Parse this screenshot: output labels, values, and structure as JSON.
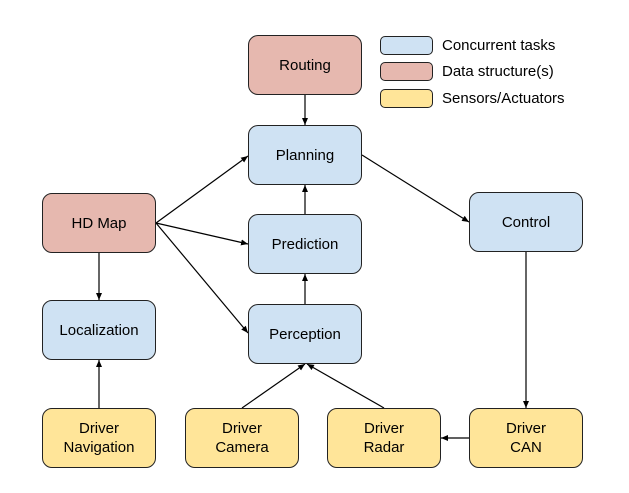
{
  "legend": [
    {
      "label": "Concurrent tasks",
      "category": "task",
      "color": "#cfe2f3"
    },
    {
      "label": "Data structure(s)",
      "category": "data",
      "color": "#e6b8af"
    },
    {
      "label": "Sensors/Actuators",
      "category": "sensor",
      "color": "#ffe599"
    }
  ],
  "nodes": {
    "routing": {
      "label": "Routing",
      "category": "data"
    },
    "planning": {
      "label": "Planning",
      "category": "task"
    },
    "hd_map": {
      "label": "HD Map",
      "category": "data"
    },
    "prediction": {
      "label": "Prediction",
      "category": "task"
    },
    "control": {
      "label": "Control",
      "category": "task"
    },
    "localization": {
      "label": "Localization",
      "category": "task"
    },
    "perception": {
      "label": "Perception",
      "category": "task"
    },
    "driver_navigation": {
      "label": "Driver\nNavigation",
      "category": "sensor"
    },
    "driver_camera": {
      "label": "Driver\nCamera",
      "category": "sensor"
    },
    "driver_radar": {
      "label": "Driver\nRadar",
      "category": "sensor"
    },
    "driver_can": {
      "label": "Driver\nCAN",
      "category": "sensor"
    }
  },
  "edges": [
    {
      "from": "routing",
      "to": "planning"
    },
    {
      "from": "hd_map",
      "to": "planning"
    },
    {
      "from": "hd_map",
      "to": "prediction"
    },
    {
      "from": "hd_map",
      "to": "perception"
    },
    {
      "from": "hd_map",
      "to": "localization"
    },
    {
      "from": "prediction",
      "to": "planning"
    },
    {
      "from": "perception",
      "to": "prediction"
    },
    {
      "from": "planning",
      "to": "control"
    },
    {
      "from": "control",
      "to": "driver_can"
    },
    {
      "from": "driver_can",
      "to": "driver_radar"
    },
    {
      "from": "driver_camera",
      "to": "perception"
    },
    {
      "from": "driver_radar",
      "to": "perception"
    },
    {
      "from": "driver_navigation",
      "to": "localization"
    }
  ]
}
